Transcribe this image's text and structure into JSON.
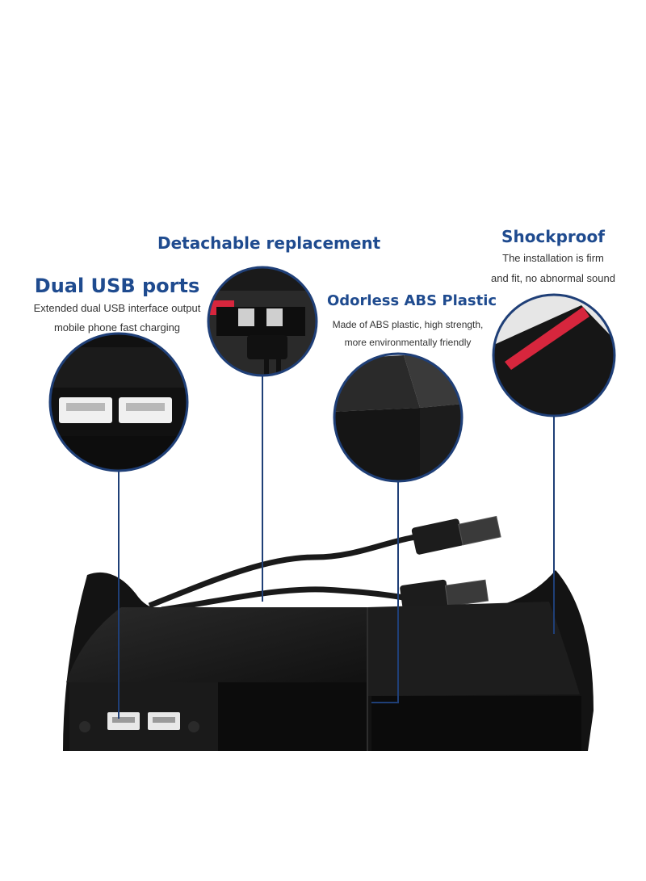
{
  "features": [
    {
      "title": "Dual USB ports",
      "lines": [
        "Extended dual USB interface output",
        "mobile phone fast charging"
      ]
    },
    {
      "title": "Detachable replacement",
      "lines": []
    },
    {
      "title": "Odorless ABS Plastic",
      "lines": [
        "Made of ABS plastic, high strength,",
        "more environmentally friendly"
      ]
    },
    {
      "title": "Shockproof",
      "lines": [
        "The installation is firm",
        "and fit, no abnormal sound"
      ]
    }
  ],
  "colors": {
    "title": "#1f4b8f",
    "ring": "#1f3f77",
    "product": "#141414",
    "accent_pad": "#d7263d"
  },
  "icons": [
    "usb-port-icon",
    "usb-plug-icon"
  ]
}
